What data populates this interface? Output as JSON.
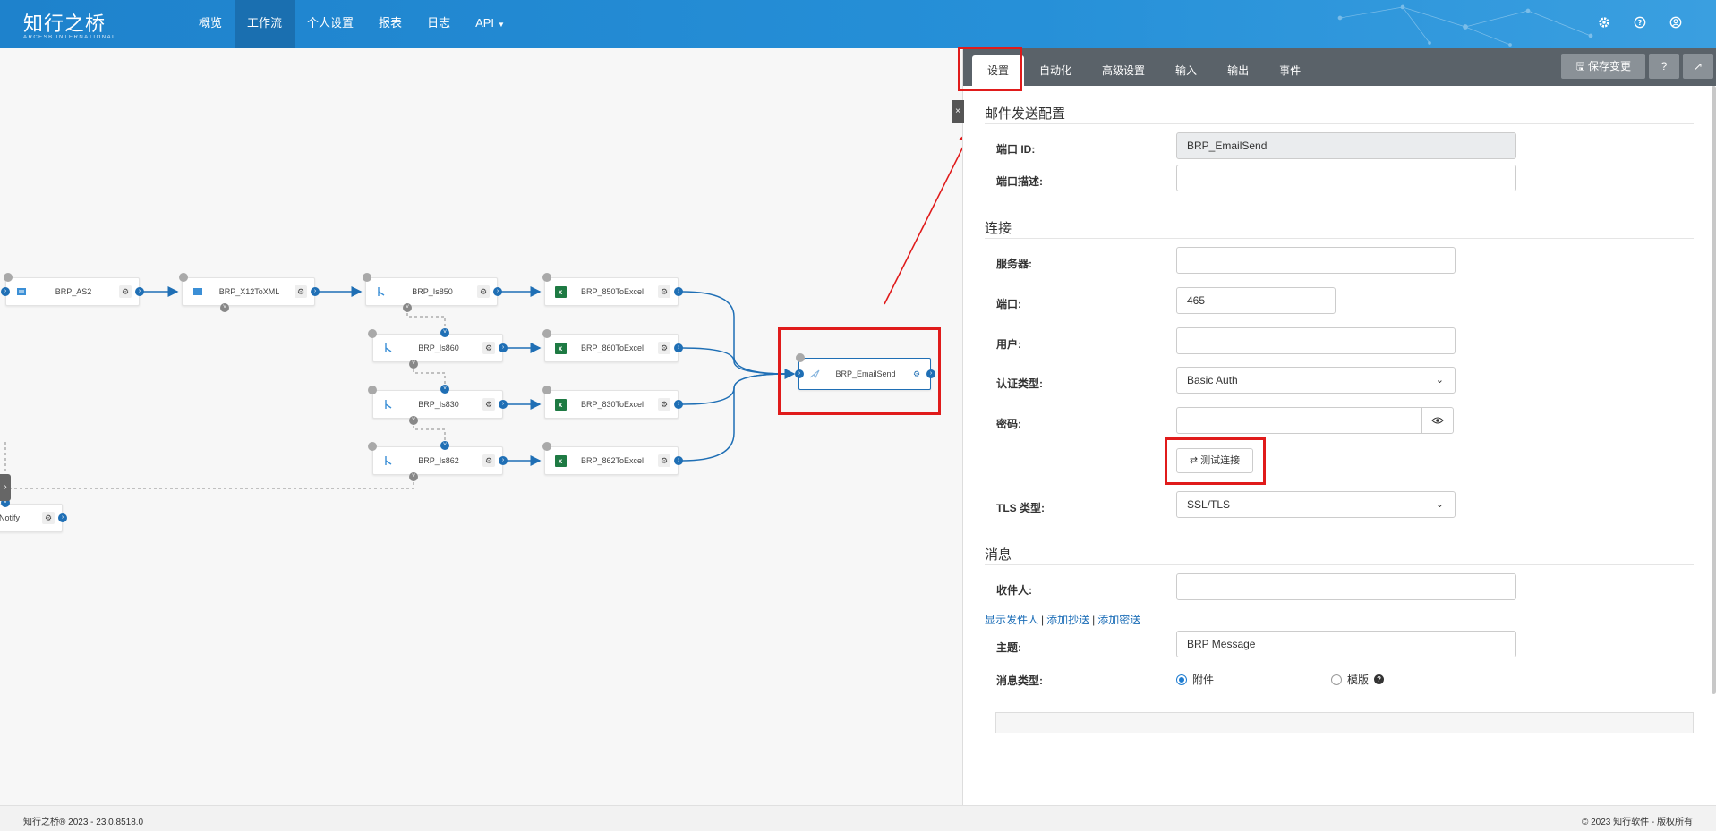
{
  "app": {
    "logo_cn": "知行之桥",
    "logo_en": "ARCESB INTERNATIONAL"
  },
  "nav": {
    "items": [
      {
        "label": "概览"
      },
      {
        "label": "工作流"
      },
      {
        "label": "个人设置"
      },
      {
        "label": "报表"
      },
      {
        "label": "日志"
      },
      {
        "label": "API"
      }
    ],
    "active": "工作流"
  },
  "flow": {
    "nodes": [
      {
        "label": "BRP_AS2"
      },
      {
        "label": "BRP_X12ToXML"
      },
      {
        "label": "BRP_Is850"
      },
      {
        "label": "BRP_850ToExcel"
      },
      {
        "label": "BRP_Is860"
      },
      {
        "label": "BRP_860ToExcel"
      },
      {
        "label": "BRP_Is830"
      },
      {
        "label": "BRP_830ToExcel"
      },
      {
        "label": "BRP_Is862"
      },
      {
        "label": "BRP_862ToExcel"
      },
      {
        "label": "BRP_EmailSend"
      },
      {
        "label": "Notify"
      }
    ]
  },
  "panel": {
    "tabs": [
      {
        "label": "设置"
      },
      {
        "label": "自动化"
      },
      {
        "label": "高级设置"
      },
      {
        "label": "输入"
      },
      {
        "label": "输出"
      },
      {
        "label": "事件"
      }
    ],
    "save_label": "保存变更",
    "close_glyph": "×",
    "section_email": "邮件发送配置",
    "port_id_label": "端口 ID:",
    "port_id_value": "BRP_EmailSend",
    "port_desc_label": "端口描述:",
    "section_conn": "连接",
    "server_label": "服务器:",
    "server_value": "",
    "port_label": "端口:",
    "port_value": "465",
    "user_label": "用户:",
    "user_value": "",
    "auth_label": "认证类型:",
    "auth_value": "Basic Auth",
    "password_label": "密码:",
    "test_label": "测试连接",
    "tls_label": "TLS 类型:",
    "tls_value": "SSL/TLS",
    "section_msg": "消息",
    "to_label": "收件人:",
    "to_value": "",
    "link_from": "显示发件人",
    "link_cc": "添加抄送",
    "link_bcc": "添加密送",
    "link_sep": "|",
    "subject_label": "主题:",
    "subject_value": "BRP Message",
    "msgtype_label": "消息类型:",
    "msgtype_options": [
      "附件",
      "模版"
    ],
    "msgtype_selected": "附件"
  },
  "footer": {
    "left": "知行之桥® 2023 - 23.0.8518.0",
    "right": "© 2023 知行软件 - 版权所有"
  },
  "colors": {
    "topbar": "#2690d8",
    "accent": "#1f6fb5",
    "highlight": "#e01b1b",
    "tabbar": "#5a6269"
  }
}
